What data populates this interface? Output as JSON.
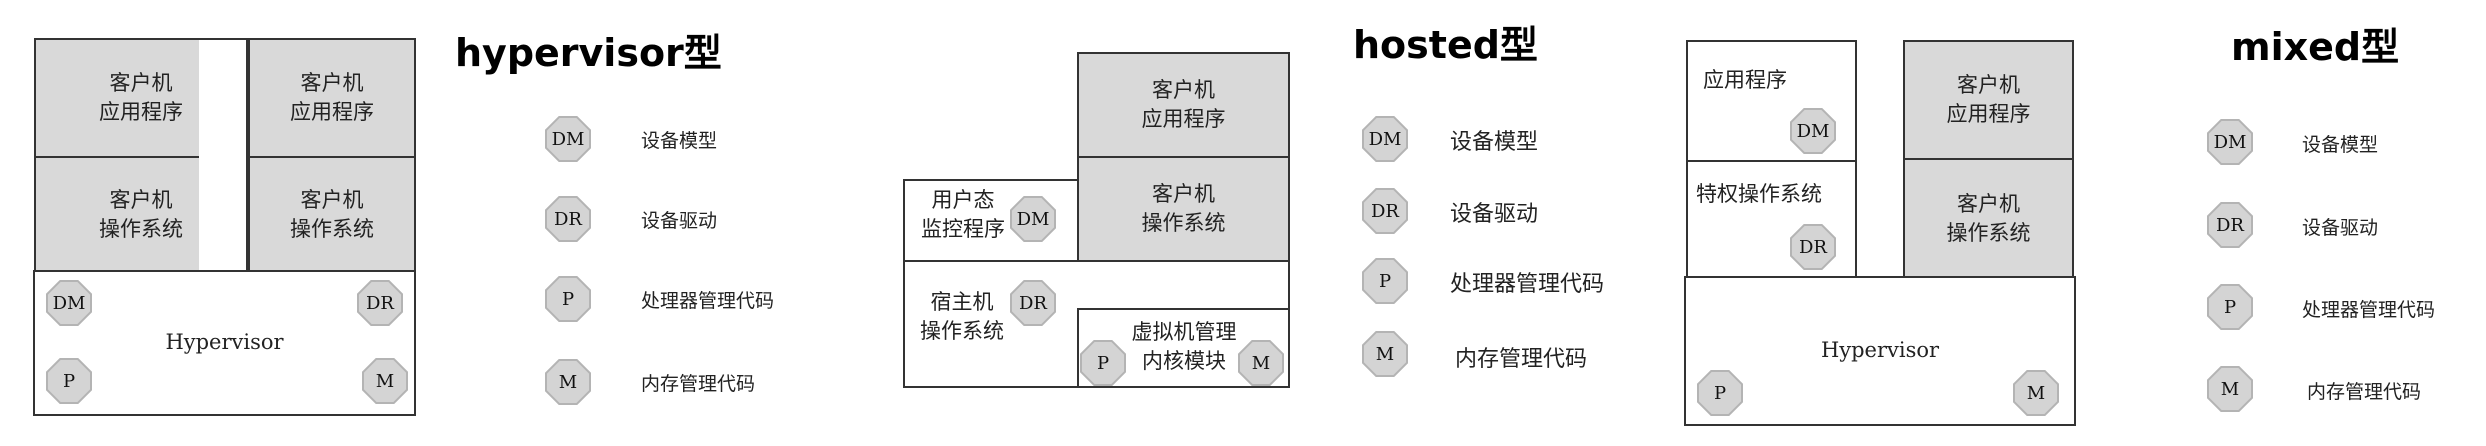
{
  "panels": {
    "hypervisor": {
      "title": "hypervisor型",
      "guest_app": "客户机\n应用程序",
      "guest_os": "客户机\n操作系统",
      "hypervisor_label": "Hypervisor",
      "badges": {
        "dm": "DM",
        "dr": "DR",
        "p": "P",
        "m": "M"
      }
    },
    "hosted": {
      "title": "hosted型",
      "guest_app": "客户机\n应用程序",
      "guest_os": "客户机\n操作系统",
      "user_monitor": "用户态\n监控程序",
      "host_os": "宿主机\n操作系统",
      "vmm_kernel": "虚拟机管理\n内核模块",
      "badges": {
        "dm": "DM",
        "dr": "DR",
        "p": "P",
        "m": "M"
      }
    },
    "mixed": {
      "title": "mixed型",
      "app": "应用程序",
      "privileged_os": "特权操作系统",
      "guest_app": "客户机\n应用程序",
      "guest_os": "客户机\n操作系统",
      "hypervisor_label": "Hypervisor",
      "badges": {
        "dm": "DM",
        "dr": "DR",
        "p": "P",
        "m": "M"
      }
    }
  },
  "legend": [
    {
      "code": "DM",
      "label": "设备模型"
    },
    {
      "code": "DR",
      "label": "设备驱动"
    },
    {
      "code": "P",
      "label": "处理器管理代码"
    },
    {
      "code": "M",
      "label": "内存管理代码"
    }
  ]
}
